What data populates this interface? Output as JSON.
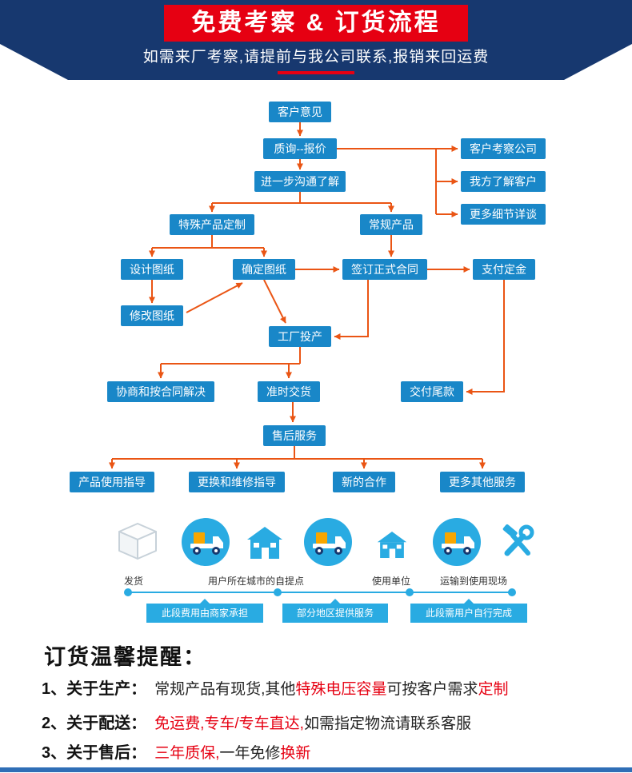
{
  "header": {
    "title": "免费考察 & 订货流程",
    "subtitle": "如需来厂考察,请提前与我公司联系,报销来回运费"
  },
  "colors": {
    "banner_blue": "#17386f",
    "accent_red": "#e60012",
    "node_blue": "#1987c8",
    "arrow_orange": "#ea5514",
    "icon_blue": "#29abe2",
    "footer_blue": "#2f6eb6"
  },
  "flow": {
    "nodes": [
      {
        "id": "customer-opinion",
        "label": "客户意见"
      },
      {
        "id": "inquiry-quote",
        "label": "质询--报价"
      },
      {
        "id": "further-communication",
        "label": "进一步沟通了解"
      },
      {
        "id": "client-visits-company",
        "label": "客户考察公司"
      },
      {
        "id": "we-learn-client",
        "label": "我方了解客户"
      },
      {
        "id": "more-details-discussion",
        "label": "更多细节详谈"
      },
      {
        "id": "special-product-custom",
        "label": "特殊产品定制"
      },
      {
        "id": "regular-product",
        "label": "常规产品"
      },
      {
        "id": "design-drawing",
        "label": "设计图纸"
      },
      {
        "id": "confirm-drawing",
        "label": "确定图纸"
      },
      {
        "id": "sign-contract",
        "label": "签订正式合同"
      },
      {
        "id": "pay-deposit",
        "label": "支付定金"
      },
      {
        "id": "revise-drawing",
        "label": "修改图纸"
      },
      {
        "id": "factory-production",
        "label": "工厂投产"
      },
      {
        "id": "negotiate-by-contract",
        "label": "协商和按合同解决"
      },
      {
        "id": "on-time-delivery",
        "label": "准时交货"
      },
      {
        "id": "pay-balance",
        "label": "交付尾款"
      },
      {
        "id": "after-sales-service",
        "label": "售后服务"
      },
      {
        "id": "product-usage-guide",
        "label": "产品使用指导"
      },
      {
        "id": "replace-repair-guide",
        "label": "更换和维修指导"
      },
      {
        "id": "new-cooperation",
        "label": "新的合作"
      },
      {
        "id": "more-other-services",
        "label": "更多其他服务"
      }
    ]
  },
  "logistics": {
    "icons": [
      "package-icon",
      "delivery-truck-icon",
      "house-icon",
      "delivery-truck-icon",
      "house-icon",
      "delivery-truck-icon",
      "repair-tools-icon"
    ],
    "station_labels": [
      "发货",
      "用户所在城市的自提点",
      "使用单位",
      "运输到使用现场"
    ],
    "segment_labels": [
      "此段费用由商家承担",
      "部分地区提供服务",
      "此段需用户自行完成"
    ]
  },
  "notes": {
    "title": "订货温馨提醒：",
    "items": [
      {
        "num": "1、",
        "label": "关于生产：",
        "seg1": "常规产品有现货,其他",
        "seg2": "特殊电压容量",
        "seg3": "可按客户需求",
        "seg4": "定制"
      },
      {
        "num": "2、",
        "label": "关于配送：",
        "seg1": "免运费,专车/专车直达,",
        "seg2": "如需指定物流请联系客服"
      },
      {
        "num": "3、",
        "label": "关于售后：",
        "seg1": "三年质保,",
        "seg2": "一年免修",
        "seg3": "换新"
      }
    ]
  }
}
